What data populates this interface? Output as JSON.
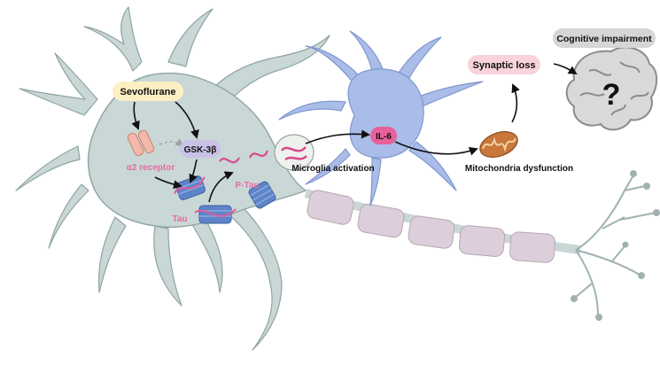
{
  "labels": {
    "sevoflurane": "Sevoflurane",
    "gsk3b": "GSK-3β",
    "alpha2_receptor": "α2 receptor",
    "tau": "Tau",
    "p_tau": "P-Tau",
    "il6": "IL-6",
    "microglia_activation": "Microglia activation",
    "mitochondria_dysfunction": "Mitochondria dysfunction",
    "synaptic_loss": "Synaptic loss",
    "cognitive_impairment": "Cognitive impairment",
    "question_mark": "?"
  },
  "colors": {
    "neuron_body": "#c9d7d6",
    "neuron_outline": "#8ea4a3",
    "microglia_body": "#a9bde8",
    "microglia_outline": "#7f97cf",
    "myelin": "#dccfdb",
    "myelin_outline": "#b7a6b6",
    "sevoflurane_box": "#fdefc4",
    "synaptic_loss_box": "#f8d3dc",
    "cognitive_box": "#d6d6d6",
    "gsk_box": "#c9c2e6",
    "il6_box": "#e7609a",
    "tau_pink": "#e05a9a",
    "tau_blue": "#5d84c8",
    "mitochondria": "#c9773a",
    "brain_gray": "#aeaeae"
  }
}
